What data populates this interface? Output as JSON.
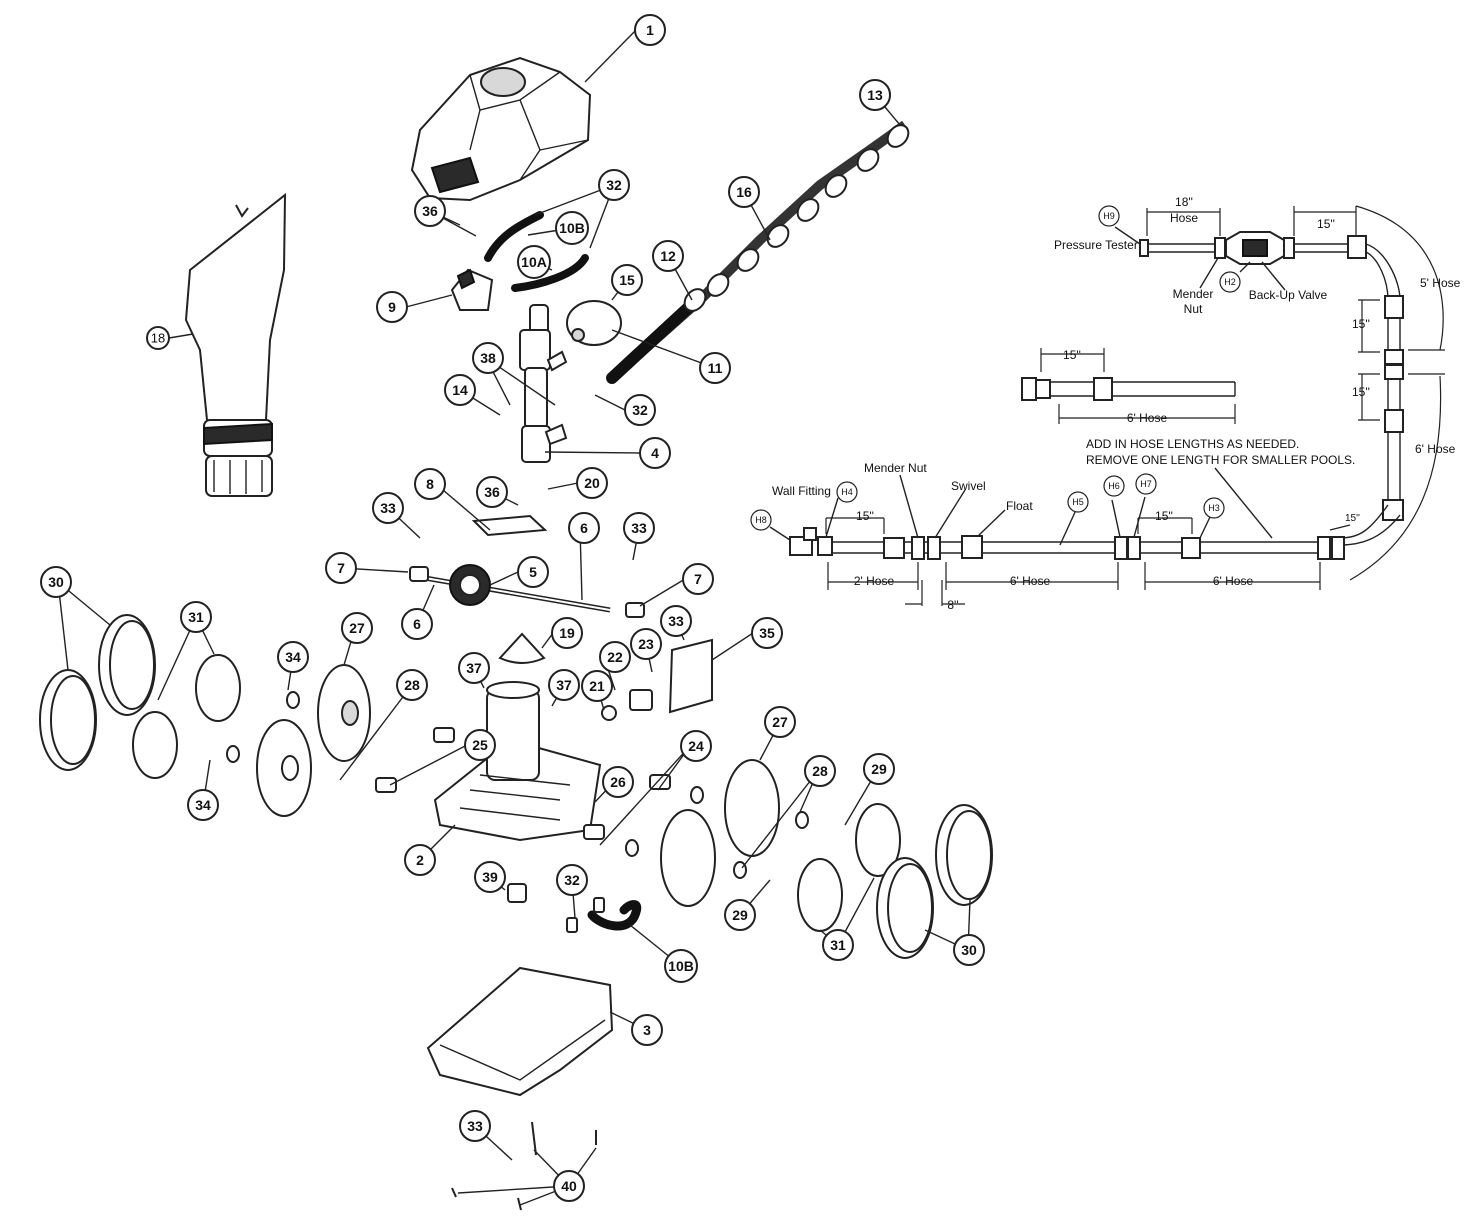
{
  "callouts": {
    "c1": "1",
    "c2": "2",
    "c3": "3",
    "c4": "4",
    "c5": "5",
    "c6a": "6",
    "c6b": "6",
    "c7a": "7",
    "c7b": "7",
    "c8": "8",
    "c9": "9",
    "c10a": "10A",
    "c10b1": "10B",
    "c10b2": "10B",
    "c11": "11",
    "c12": "12",
    "c13": "13",
    "c14": "14",
    "c15": "15",
    "c16": "16",
    "c18": "18",
    "c19": "19",
    "c20": "20",
    "c21": "21",
    "c22": "22",
    "c23": "23",
    "c24": "24",
    "c25": "25",
    "c26": "26",
    "c27a": "27",
    "c27b": "27",
    "c28a": "28",
    "c28b": "28",
    "c29a": "29",
    "c29b": "29",
    "c30a": "30",
    "c30b": "30",
    "c31a": "31",
    "c31b": "31",
    "c32a": "32",
    "c32b": "32",
    "c32c": "32",
    "c33a": "33",
    "c33b": "33",
    "c33c": "33",
    "c33d": "33",
    "c34a": "34",
    "c34b": "34",
    "c35": "35",
    "c36a": "36",
    "c36b": "36",
    "c37a": "37",
    "c37b": "37",
    "c38": "38",
    "c39": "39",
    "c40": "40"
  },
  "hose_ids": {
    "h2": "H2",
    "h3": "H3",
    "h4": "H4",
    "h5": "H5",
    "h6": "H6",
    "h7": "H7",
    "h8": "H8",
    "h9": "H9"
  },
  "hose_labels": {
    "hose_18_a": "18''",
    "hose_18_b": "Hose",
    "dim_15_top": "15''",
    "pressure_tester": "Pressure Tester",
    "mender_nut_a": "Mender",
    "mender_nut_b": "Nut",
    "back_up_valve": "Back-Up Valve",
    "hose_5": "5' Hose",
    "dim_15_v1": "15''",
    "dim_15_v2": "15''",
    "hose_6_right": "6' Hose",
    "dim_15_extra": "15''",
    "hose_6_extra": "6' Hose",
    "note_line1": "ADD IN HOSE LENGTHS AS NEEDED.",
    "note_line2": "REMOVE ONE LENGTH FOR SMALLER POOLS.",
    "wall_fitting": "Wall Fitting",
    "mender_nut": "Mender Nut",
    "swivel": "Swivel",
    "float": "Float",
    "dim_15_h4": "15''",
    "dim_15_h7": "15''",
    "dim_15_corner": "15''",
    "hose_2": "2' Hose",
    "hose_6_mid": "6' Hose",
    "hose_6_low": "6' Hose",
    "dim_8": "8''"
  }
}
